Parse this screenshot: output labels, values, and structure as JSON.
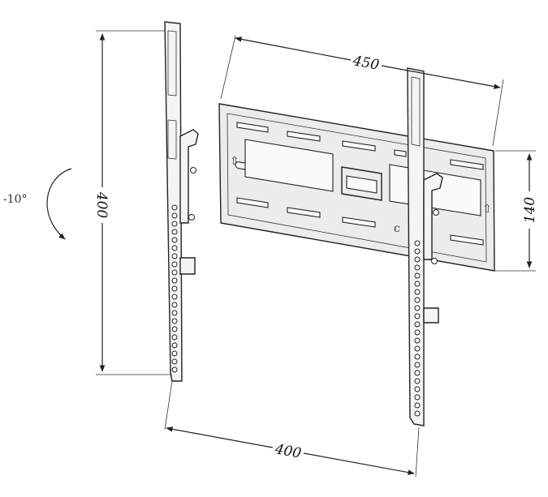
{
  "dimensions": {
    "height_left": "400",
    "width_top": "450",
    "height_right": "140",
    "width_bottom": "400"
  },
  "tilt": {
    "label": "-10°"
  },
  "colors": {
    "line": "#222222",
    "plate_fill": "#ececec",
    "background": "#ffffff"
  }
}
